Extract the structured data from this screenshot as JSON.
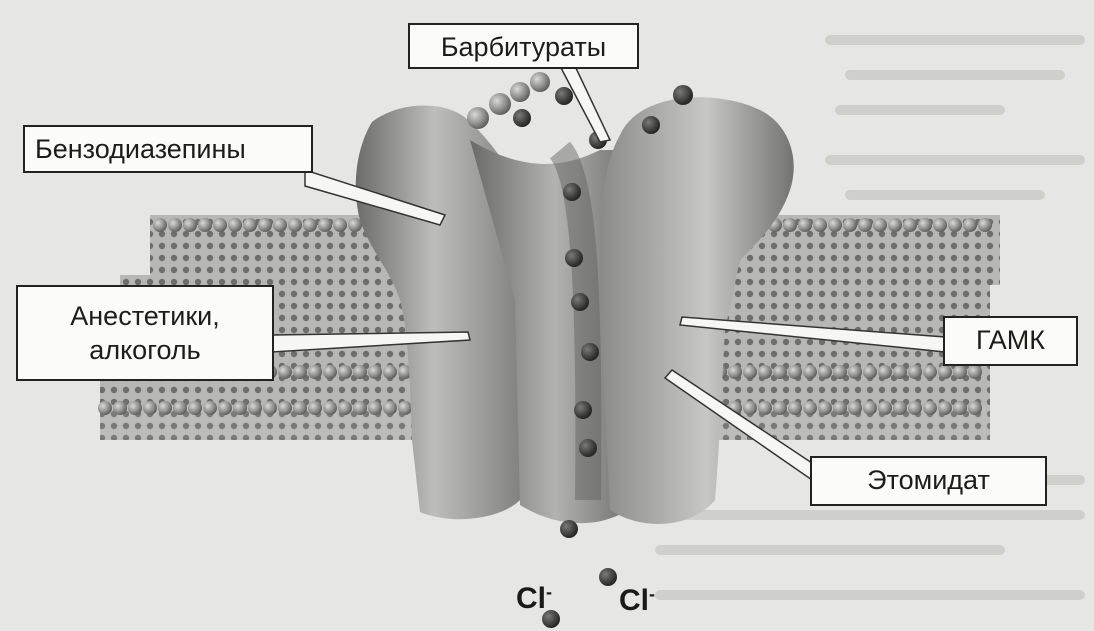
{
  "labels": {
    "barbiturates": "Барбитураты",
    "benzodiazepines": "Бензодиазепины",
    "anesthetics_line1": "Анестетики,",
    "anesthetics_line2": "алкоголь",
    "gaba": "ГАМК",
    "etomidate": "Этомидат"
  },
  "ions": [
    {
      "symbol": "Cl",
      "charge": "-"
    },
    {
      "symbol": "Cl",
      "charge": "-"
    }
  ],
  "colors": {
    "background": "#e6e6e4",
    "membrane": "#8c8c8c",
    "receptor": "#a3a3a3",
    "dot": "#3a3a3a"
  }
}
